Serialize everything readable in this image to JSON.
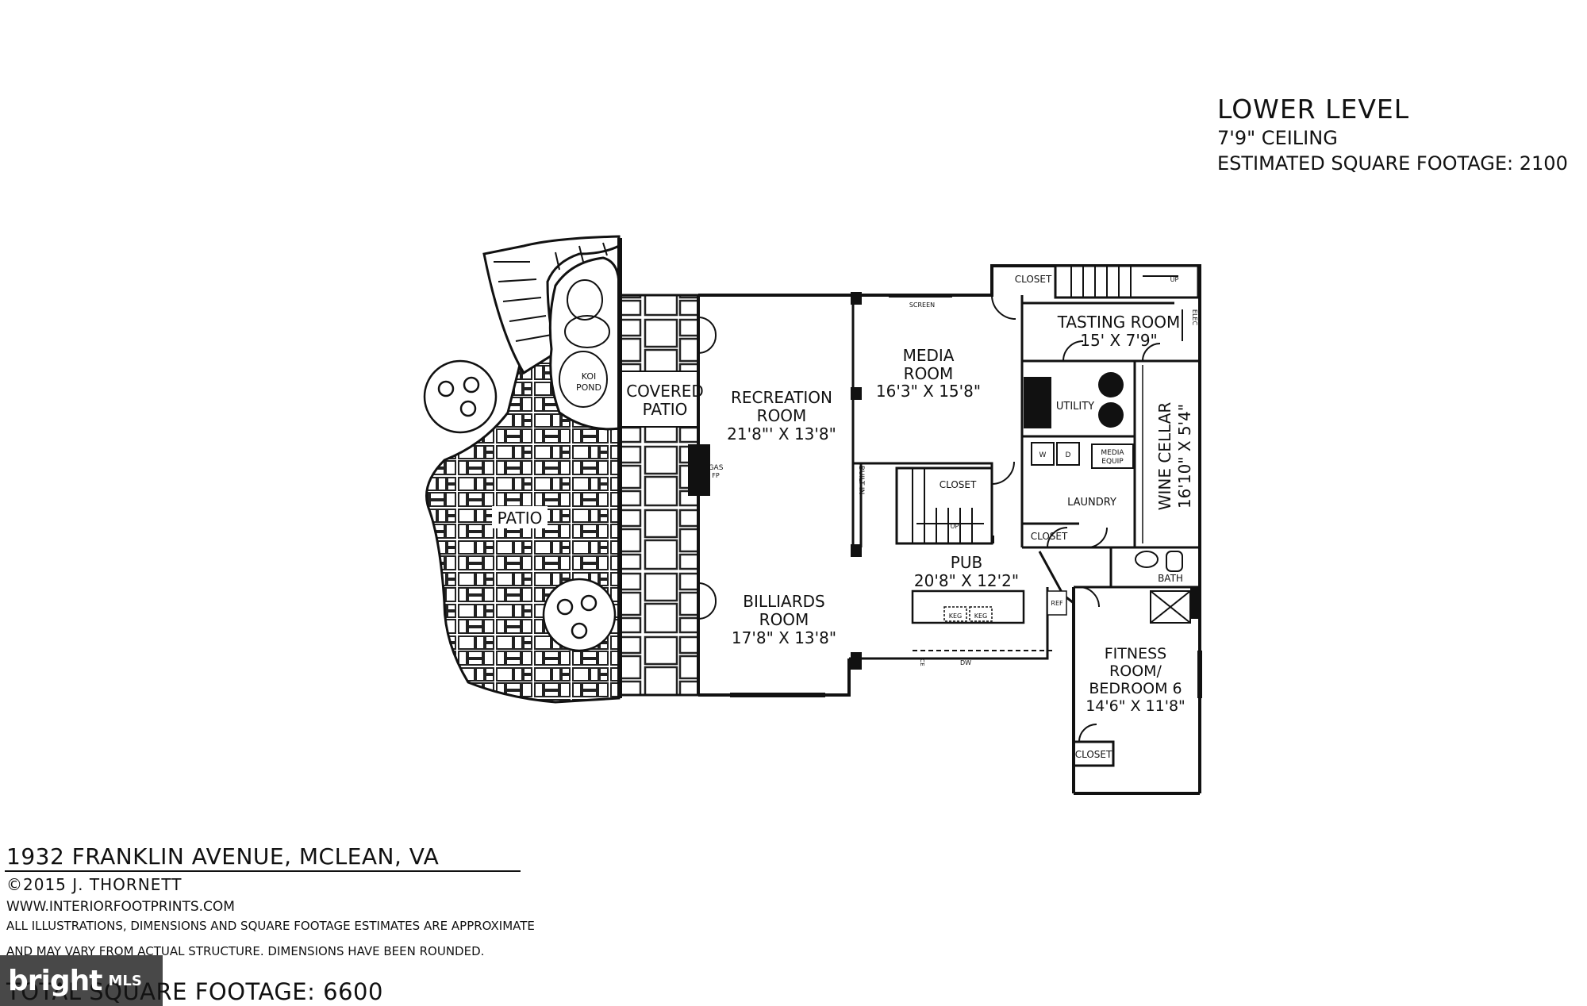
{
  "header": {
    "level": "LOWER LEVEL",
    "ceiling": "7'9\" CEILING",
    "sqft": "ESTIMATED SQUARE FOOTAGE: 2100"
  },
  "rooms": {
    "media": {
      "name_1": "MEDIA",
      "name_2": "ROOM",
      "dims": "16'3\" X 15'8\""
    },
    "recreation": {
      "name_1": "RECREATION",
      "name_2": "ROOM",
      "dims": "21'8\"' X 13'8\""
    },
    "covered_patio": {
      "name_1": "COVERED",
      "name_2": "PATIO"
    },
    "patio": {
      "name": "PATIO"
    },
    "koi": {
      "name_1": "KOI",
      "name_2": "POND"
    },
    "billiards": {
      "name_1": "BILLIARDS",
      "name_2": "ROOM",
      "dims": "17'8\" X 13'8\""
    },
    "pub": {
      "name": "PUB",
      "dims": "20'8\" X 12'2\""
    },
    "tasting": {
      "name": "TASTING ROOM",
      "dims": "15' X 7'9\""
    },
    "utility": {
      "name": "UTILITY"
    },
    "laundry": {
      "name": "LAUNDRY"
    },
    "wine": {
      "name": "WINE CELLAR",
      "dims": "16'10\" X 5'4\""
    },
    "fitness": {
      "name_1": "FITNESS",
      "name_2": "ROOM/",
      "name_3": "BEDROOM 6",
      "dims": "14'6\" X 11'8\""
    },
    "bath": {
      "name": "BATH"
    }
  },
  "fixtures": {
    "closet": "CLOSET",
    "screen": "SCREEN",
    "up": "UP",
    "elec": "ELEC",
    "washer": "W",
    "dryer": "D",
    "media_equip_1": "MEDIA",
    "media_equip_2": "EQUIP",
    "gas_1": "GAS",
    "gas_2": "FP",
    "built_in": "BUILT-IN",
    "keg": "KEG",
    "ref": "REF",
    "dw": "DW",
    "ice": "ICE"
  },
  "footer": {
    "address": "1932 FRANKLIN AVENUE, MCLEAN, VA",
    "copyright": "©2015 J.  THORNETT",
    "website": "WWW.INTERIORFOOTPRINTS.COM",
    "disclaimer_1": "ALL ILLUSTRATIONS, DIMENSIONS AND SQUARE FOOTAGE ESTIMATES ARE APPROXIMATE",
    "disclaimer_2": "AND MAY VARY FROM ACTUAL STRUCTURE. DIMENSIONS HAVE BEEN ROUNDED.",
    "total_sqft": "TOTAL SQUARE FOOTAGE: 6600"
  },
  "watermark": {
    "brand": "bright",
    "suffix": "MLS"
  }
}
